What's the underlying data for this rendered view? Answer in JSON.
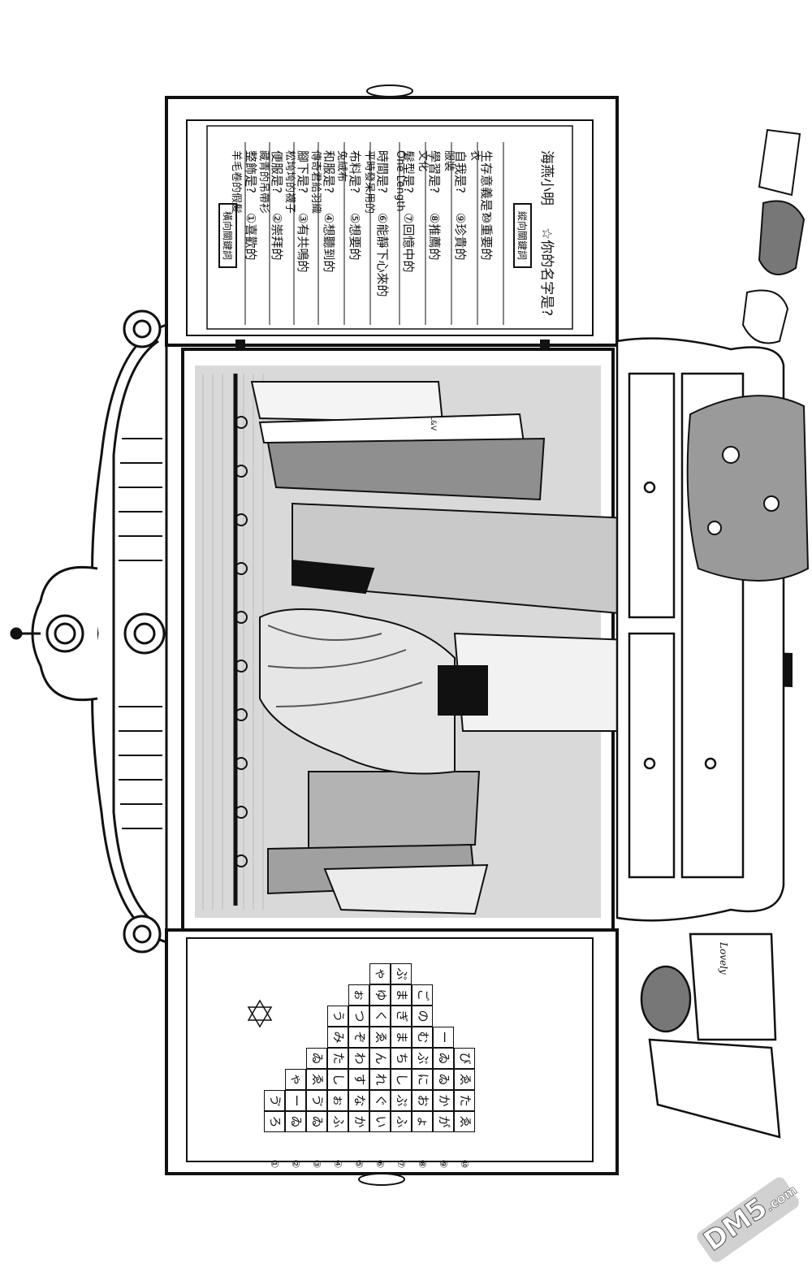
{
  "clues_title": "橫向關鍵詞",
  "down_title": "縱向關鍵詞",
  "name_question": "☆你的名字是?",
  "name_answer": "海燕小明",
  "questions": [
    {
      "num": "①",
      "prompt": "喜歡的",
      "blank": "整飾",
      "suffix": "是?",
      "note": "羊毛卷的假髮"
    },
    {
      "num": "②",
      "prompt": "崇拜的",
      "blank": "便服",
      "suffix": "是?",
      "note": "藏青的吊帶衫"
    },
    {
      "num": "③",
      "prompt": "有共鳴的",
      "blank": "腳下",
      "suffix": "是?",
      "note": "松垮垮的襪子"
    },
    {
      "num": "④",
      "prompt": "想聽到的",
      "blank": "和服",
      "suffix": "是?",
      "note": "傳奇君給羽織"
    },
    {
      "num": "⑤",
      "prompt": "想要的",
      "blank": "布料",
      "suffix": "是?",
      "note": "兔絨布"
    },
    {
      "num": "⑥",
      "prompt": "能靜下心來的",
      "blank": "時間",
      "suffix": "是?",
      "note": "平時發呆用的"
    },
    {
      "num": "⑦",
      "prompt": "回憶中的",
      "blank": "髮型",
      "suffix": "是?",
      "note": "One Length"
    },
    {
      "num": "⑧",
      "prompt": "推薦的",
      "blank": "學習",
      "suffix": "是?",
      "note": "文化"
    },
    {
      "num": "⑨",
      "prompt": "珍貴的",
      "blank": "自我",
      "suffix": "是?",
      "note": "服裝"
    },
    {
      "num": "⑩",
      "prompt": "重要的",
      "blank": "生存意義",
      "suffix": "是?",
      "note": "衣"
    }
  ],
  "grid_row_labels": [
    "①",
    "②",
    "③",
    "④",
    "⑤",
    "⑥",
    "⑦",
    "⑧",
    "⑨",
    "⑩"
  ],
  "grid_rows": [
    [
      "ゔ",
      "ろ"
    ],
    [
      "ゃ",
      "ー",
      "ゐ"
    ],
    [
      "ゐ",
      "ゑ",
      "ゔ",
      "ゐ"
    ],
    [
      "う",
      "み",
      "た",
      "し",
      "ぉ",
      "ふ"
    ],
    [
      "ぉ",
      "つ",
      "ぞ",
      "わ",
      "す",
      "な",
      "か"
    ],
    [
      "ゃ",
      "ゆ",
      "く",
      "ゑ",
      "ん",
      "れ",
      "ぐ",
      "い"
    ],
    [
      "ぷ",
      "ま",
      "ぎ",
      "ま",
      "ち",
      "し",
      "ぷ",
      "ふ"
    ],
    [
      "ご",
      "の",
      "む",
      "ぶ",
      "に",
      "お",
      "ょ"
    ],
    [
      "ー",
      "ゐ",
      "ゐ",
      "か",
      "が"
    ],
    [
      "び",
      "ゑ",
      "た",
      "ゑ"
    ]
  ],
  "label_tag": "L&V",
  "bag_text": "Lovely",
  "watermark_main": "DM5",
  "watermark_sub": ".com"
}
